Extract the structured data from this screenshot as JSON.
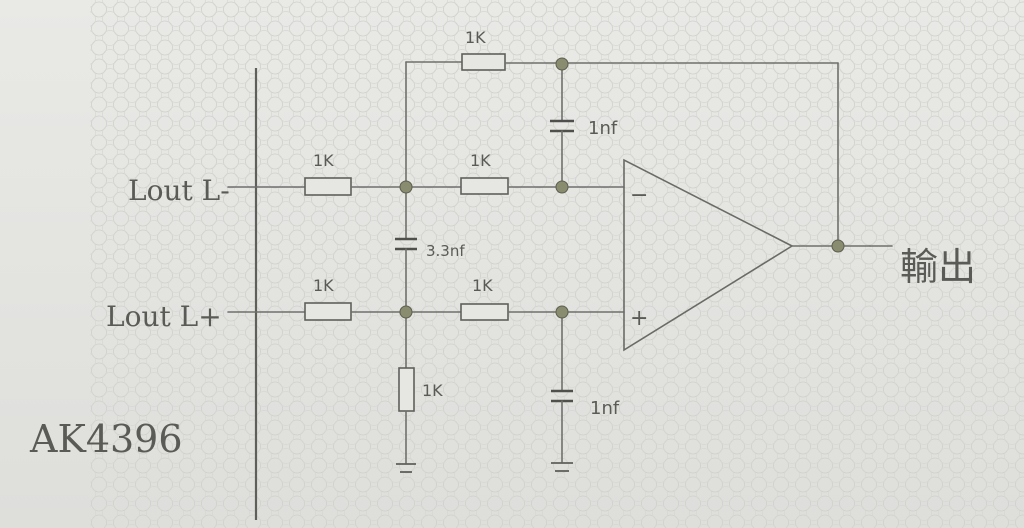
{
  "chip_label": "AK4396",
  "inputs": {
    "negative": "Lout L-",
    "positive": "Lout L+"
  },
  "resistors": {
    "r_in_neg": "1K",
    "r_in_pos": "1K",
    "r_series_neg": "1K",
    "r_series_pos": "1K",
    "r_feedback": "1K",
    "r_ground": "1K"
  },
  "capacitors": {
    "c_differential": "3.3nf",
    "c_feedback": "1nf",
    "c_ground": "1nf"
  },
  "opamp": {
    "inverting_sign": "−",
    "noninverting_sign": "+"
  },
  "output_label": "輸出"
}
